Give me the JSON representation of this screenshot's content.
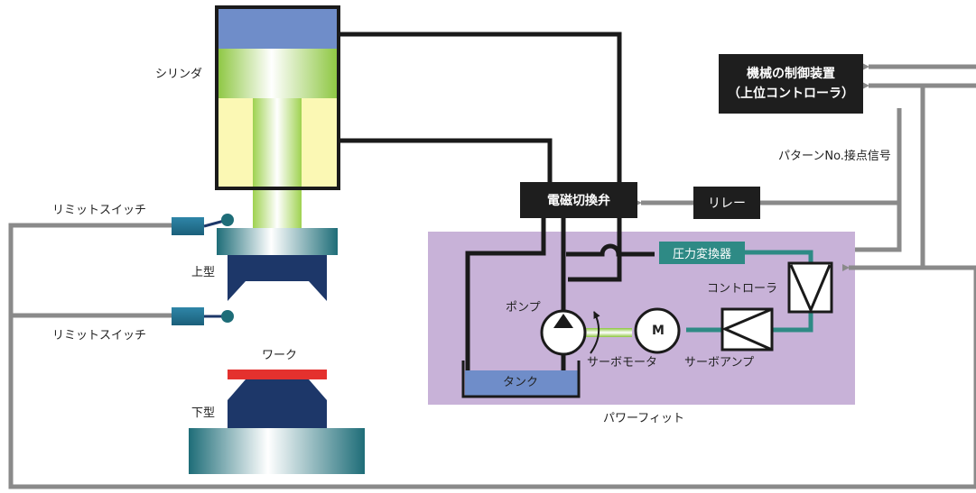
{
  "labels": {
    "cylinder": "シリンダ",
    "limit_switch_top": "リミットスイッチ",
    "limit_switch_bottom": "リミットスイッチ",
    "upper_die": "上型",
    "lower_die": "下型",
    "work": "ワーク",
    "controller_title_1": "機械の制御装置",
    "controller_title_2": "（上位コントローラ）",
    "pattern_signal": "パターンNo.接点信号",
    "solenoid_valve": "電磁切換弁",
    "relay": "リレー",
    "pressure_transducer": "圧力変換器",
    "controller": "コントローラ",
    "pump": "ポンプ",
    "motor_symbol": "M",
    "servo_motor": "サーボモータ",
    "servo_amp": "サーボアンプ",
    "tank": "タンク",
    "power_fit": "パワーフィット"
  },
  "colors": {
    "cylinder_top": "#6f8dc9",
    "rod_green": "#9fd250",
    "oil_yellow": "#fbf8b4",
    "die_navy": "#1d3769",
    "work_red": "#e4312e",
    "purple_panel": "#c8b2d8",
    "teal": "#2e8a85",
    "pipe_black": "#1a1a1a",
    "signal_gray": "#8a8a8a",
    "tank_blue": "#6f8dc9"
  }
}
